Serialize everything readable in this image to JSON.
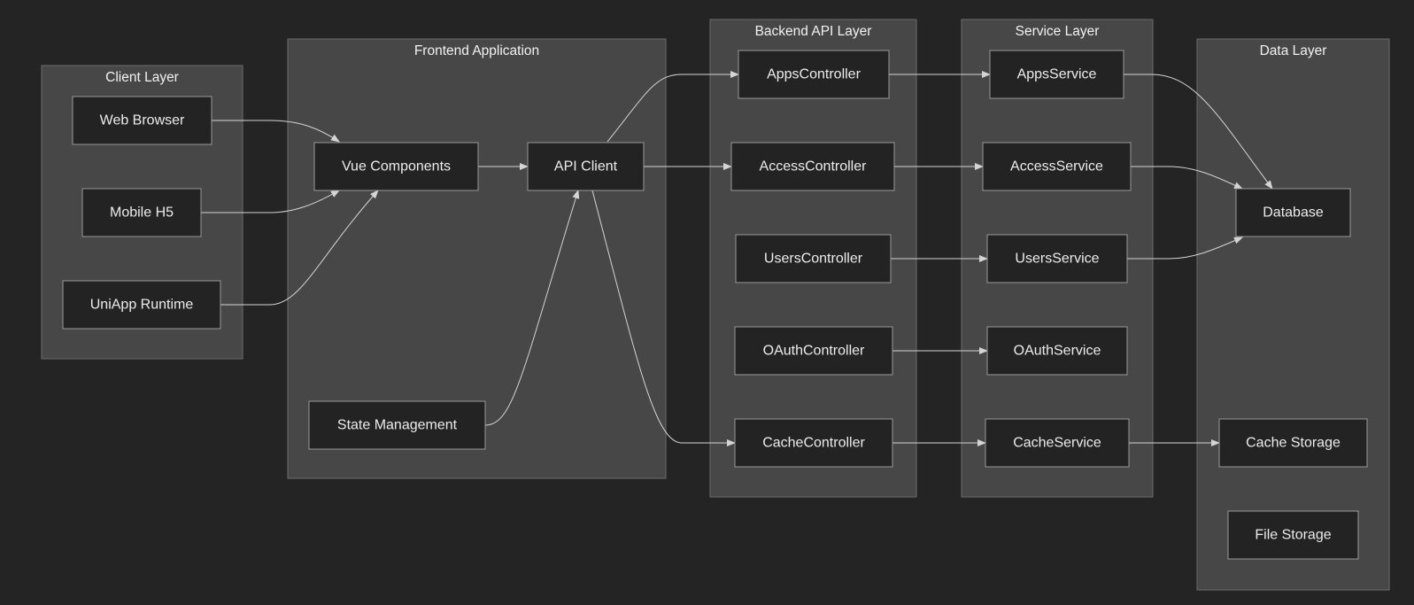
{
  "diagram": {
    "clusters": {
      "client": "Client Layer",
      "frontend": "Frontend Application",
      "backend": "Backend API Layer",
      "service": "Service Layer",
      "data": "Data Layer"
    },
    "nodes": {
      "web_browser": "Web Browser",
      "mobile_h5": "Mobile H5",
      "uniapp_runtime": "UniApp Runtime",
      "vue_components": "Vue Components",
      "api_client": "API Client",
      "state_management": "State Management",
      "apps_controller": "AppsController",
      "access_controller": "AccessController",
      "users_controller": "UsersController",
      "oauth_controller": "OAuthController",
      "cache_controller": "CacheController",
      "apps_service": "AppsService",
      "access_service": "AccessService",
      "users_service": "UsersService",
      "oauth_service": "OAuthService",
      "cache_service": "CacheService",
      "database": "Database",
      "cache_storage": "Cache Storage",
      "file_storage": "File Storage"
    },
    "edges": [
      {
        "from": "web_browser",
        "to": "vue_components"
      },
      {
        "from": "mobile_h5",
        "to": "vue_components"
      },
      {
        "from": "uniapp_runtime",
        "to": "vue_components"
      },
      {
        "from": "vue_components",
        "to": "api_client"
      },
      {
        "from": "state_management",
        "to": "api_client"
      },
      {
        "from": "api_client",
        "to": "apps_controller"
      },
      {
        "from": "api_client",
        "to": "access_controller"
      },
      {
        "from": "api_client",
        "to": "cache_controller"
      },
      {
        "from": "apps_controller",
        "to": "apps_service"
      },
      {
        "from": "access_controller",
        "to": "access_service"
      },
      {
        "from": "users_controller",
        "to": "users_service"
      },
      {
        "from": "oauth_controller",
        "to": "oauth_service"
      },
      {
        "from": "cache_controller",
        "to": "cache_service"
      },
      {
        "from": "apps_service",
        "to": "database"
      },
      {
        "from": "access_service",
        "to": "database"
      },
      {
        "from": "users_service",
        "to": "database"
      },
      {
        "from": "cache_service",
        "to": "cache_storage"
      }
    ]
  }
}
